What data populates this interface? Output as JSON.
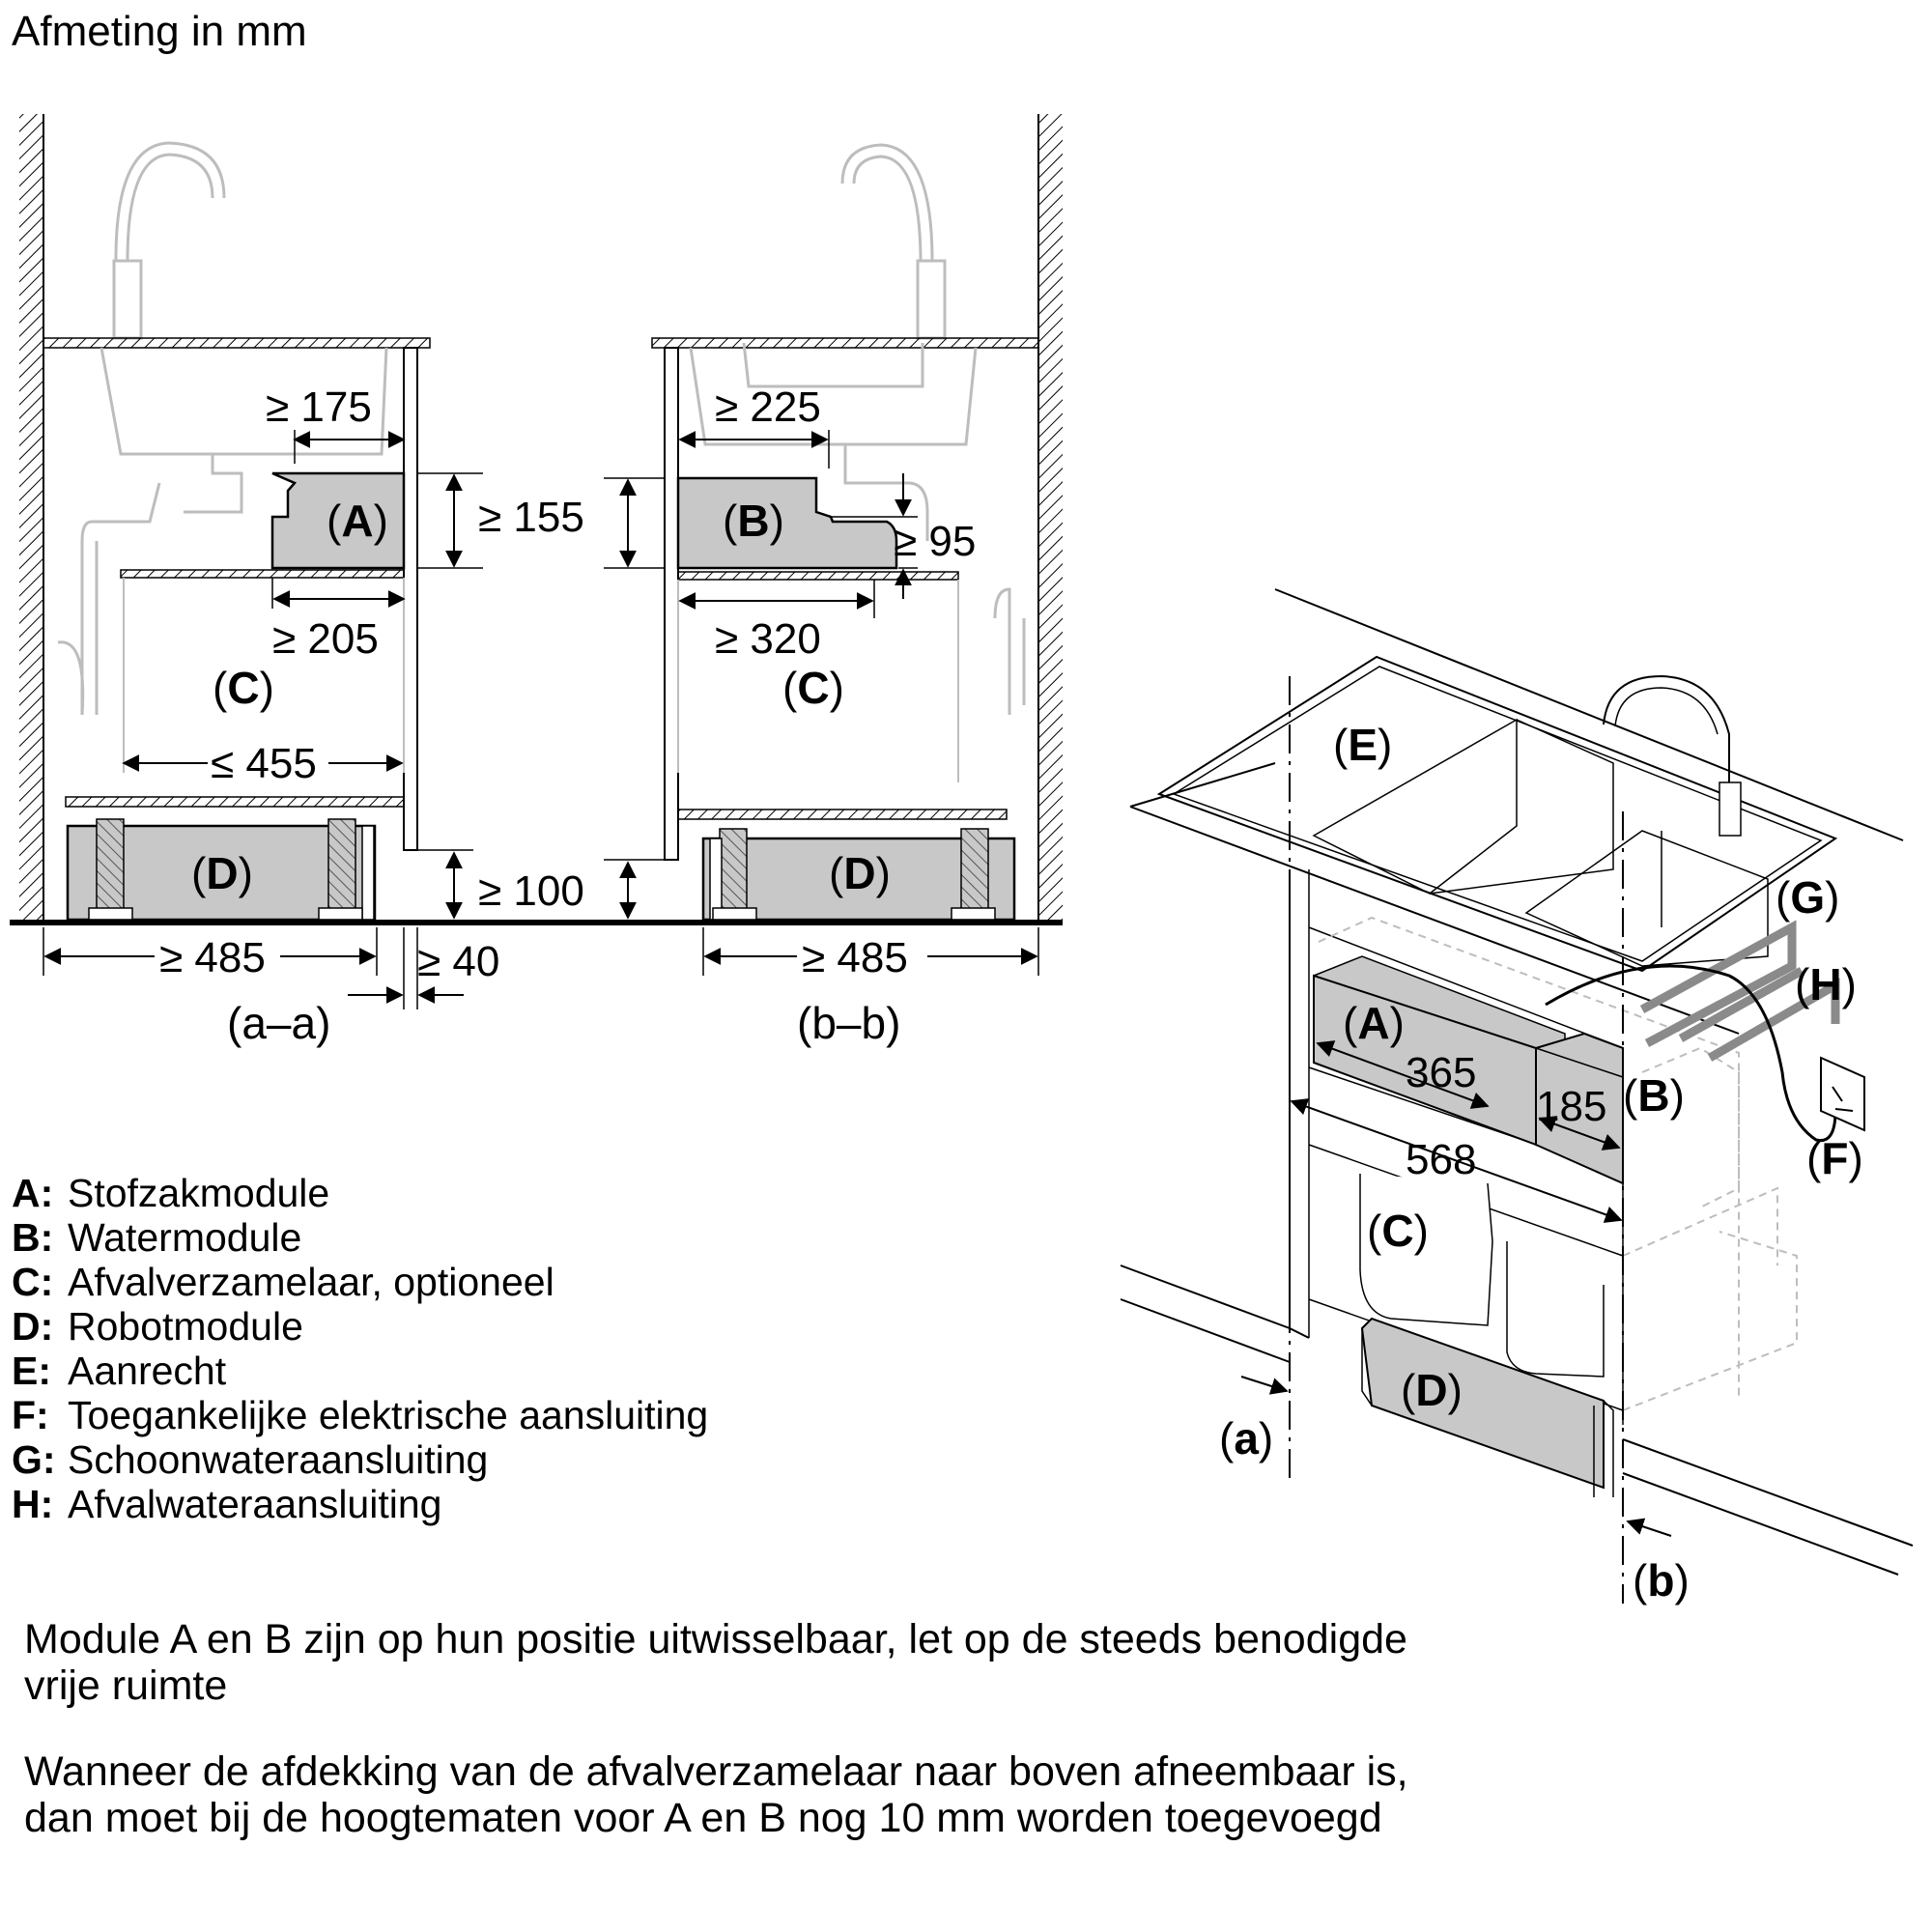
{
  "title": "Afmeting in mm",
  "labels": {
    "A": "A",
    "B": "B",
    "C": "C",
    "D": "D",
    "E": "E",
    "F": "F",
    "G": "G",
    "H": "H",
    "a": "a",
    "b": "b"
  },
  "sections": {
    "left": "(a–a)",
    "right": "(b–b)"
  },
  "dimensions": {
    "a_depth": "≥ 175",
    "a_height": "≥ 155",
    "a_bottom": "≥ 205",
    "c_width": "≤ 455",
    "d_height": "≥ 100",
    "d_width_left": "≥ 485",
    "gap": "≥ 40",
    "b_depth": "≥ 225",
    "b_step": "≥ 95",
    "b_bottom": "≥ 320",
    "d_width_right": "≥ 485",
    "iso_a": "365",
    "iso_b": "185",
    "iso_total": "568"
  },
  "legend": [
    {
      "key": "A:",
      "text": "Stofzakmodule"
    },
    {
      "key": "B:",
      "text": "Watermodule"
    },
    {
      "key": "C:",
      "text": "Afvalverzamelaar, optioneel"
    },
    {
      "key": "D:",
      "text": "Robotmodule"
    },
    {
      "key": "E:",
      "text": "Aanrecht"
    },
    {
      "key": "F:",
      "text": "Toegankelijke elektrische aansluiting"
    },
    {
      "key": "G:",
      "text": "Schoonwateraansluiting"
    },
    {
      "key": "H:",
      "text": "Afvalwateraansluiting"
    }
  ],
  "notes": [
    "Module A en B zijn op hun positie uitwisselbaar, let op de steeds benodigde vrije ruimte",
    "Wanneer de afdekking van de afvalverzamelaar naar boven afneembaar is, dan moet bij de hoogtematen voor A en B nog 10 mm worden toegevoegd"
  ],
  "colors": {
    "module_fill": "#c8c8c8",
    "light_line": "#bdbdbd",
    "gray_pipe": "#8a8a8a"
  }
}
